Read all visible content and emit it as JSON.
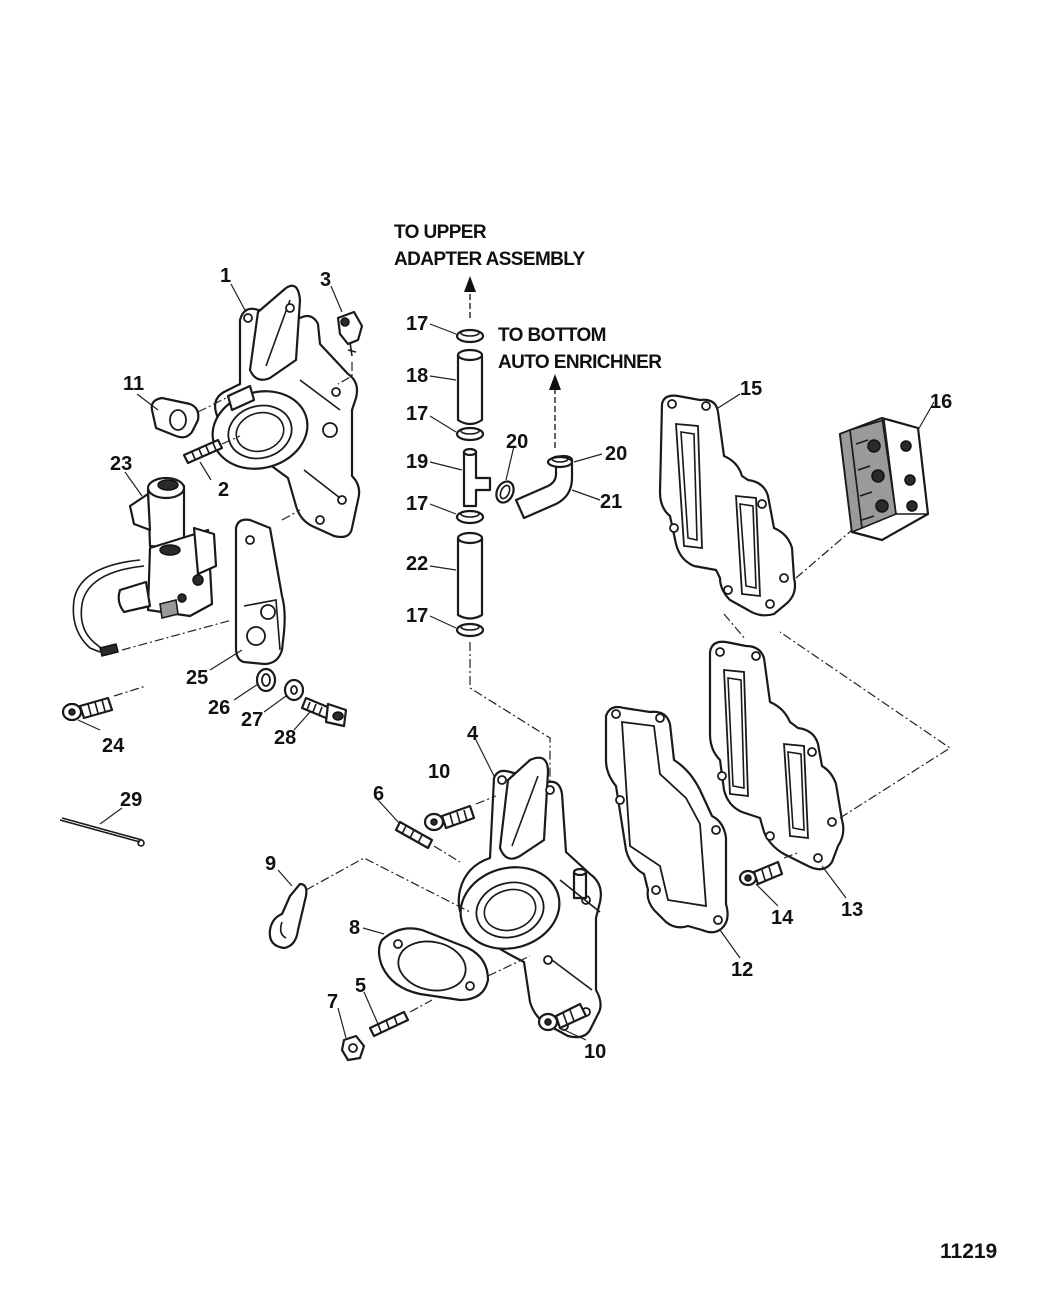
{
  "annotations": {
    "upper_line1": "TO UPPER",
    "upper_line2": "ADAPTER ASSEMBLY",
    "bottom_line1": "TO BOTTOM",
    "bottom_line2": "AUTO ENRICHNER"
  },
  "figure_number": "11219",
  "callouts": [
    {
      "id": "c1",
      "text": "1"
    },
    {
      "id": "c2",
      "text": "2"
    },
    {
      "id": "c3",
      "text": "3"
    },
    {
      "id": "c4",
      "text": "4"
    },
    {
      "id": "c5",
      "text": "5"
    },
    {
      "id": "c6",
      "text": "6"
    },
    {
      "id": "c7",
      "text": "7"
    },
    {
      "id": "c8",
      "text": "8"
    },
    {
      "id": "c9",
      "text": "9"
    },
    {
      "id": "c10a",
      "text": "10"
    },
    {
      "id": "c10b",
      "text": "10"
    },
    {
      "id": "c11",
      "text": "11"
    },
    {
      "id": "c12",
      "text": "12"
    },
    {
      "id": "c13",
      "text": "13"
    },
    {
      "id": "c14",
      "text": "14"
    },
    {
      "id": "c15",
      "text": "15"
    },
    {
      "id": "c16",
      "text": "16"
    },
    {
      "id": "c17a",
      "text": "17"
    },
    {
      "id": "c17b",
      "text": "17"
    },
    {
      "id": "c17c",
      "text": "17"
    },
    {
      "id": "c17d",
      "text": "17"
    },
    {
      "id": "c18",
      "text": "18"
    },
    {
      "id": "c19",
      "text": "19"
    },
    {
      "id": "c20a",
      "text": "20"
    },
    {
      "id": "c20b",
      "text": "20"
    },
    {
      "id": "c21",
      "text": "21"
    },
    {
      "id": "c22",
      "text": "22"
    },
    {
      "id": "c23",
      "text": "23"
    },
    {
      "id": "c24",
      "text": "24"
    },
    {
      "id": "c25",
      "text": "25"
    },
    {
      "id": "c26",
      "text": "26"
    },
    {
      "id": "c27",
      "text": "27"
    },
    {
      "id": "c28",
      "text": "28"
    },
    {
      "id": "c29",
      "text": "29"
    }
  ]
}
